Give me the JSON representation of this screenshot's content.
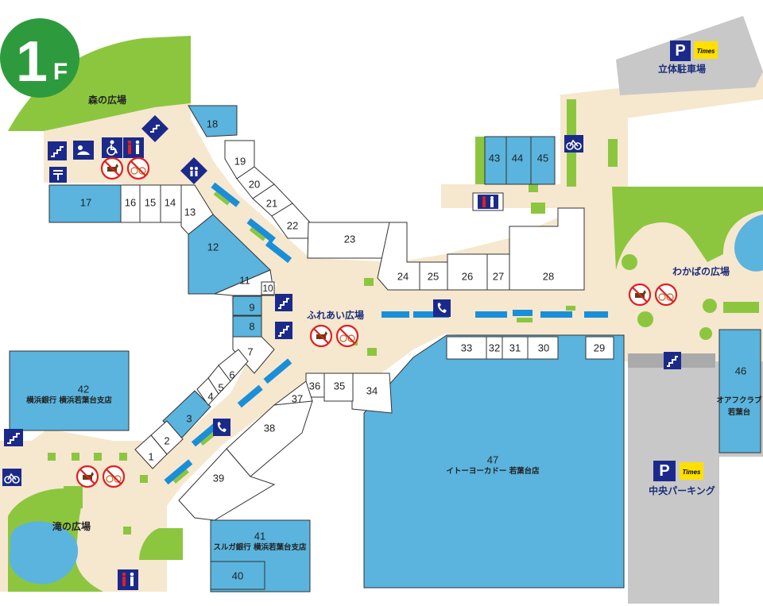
{
  "floor": {
    "number": "1",
    "suffix": "F"
  },
  "areas": {
    "mori": "森の広場",
    "fureai": "ふれあい広場",
    "wakaba": "わかばの広場",
    "taki": "滝の広場"
  },
  "parking": {
    "rittai": {
      "label": "立体駐車場",
      "p_mark": "P",
      "brand": "Times"
    },
    "chuo": {
      "label": "中央パーキング",
      "p_mark": "P",
      "brand": "Times"
    }
  },
  "units": {
    "u1": "1",
    "u2": "2",
    "u3": "3",
    "u4": "4",
    "u5": "5",
    "u6": "6",
    "u7": "7",
    "u8": "8",
    "u9": "9",
    "u10": "10",
    "u11": "11",
    "u12": "12",
    "u13": "13",
    "u14": "14",
    "u15": "15",
    "u16": "16",
    "u17": "17",
    "u18": "18",
    "u19": "19",
    "u20": "20",
    "u21": "21",
    "u22": "22",
    "u23": "23",
    "u24": "24",
    "u25": "25",
    "u26": "26",
    "u27": "27",
    "u28": "28",
    "u29": "29",
    "u30": "30",
    "u31": "31",
    "u32": "32",
    "u33": "33",
    "u34": "34",
    "u35": "35",
    "u36": "36",
    "u37": "37",
    "u38": "38",
    "u39": "39",
    "u40": "40",
    "u41": "41",
    "u42": "42",
    "u43": "43",
    "u44": "44",
    "u45": "45",
    "u46": "46",
    "u47": "47"
  },
  "tenants": {
    "t41": "スルガ銀行 横浜若葉台支店",
    "t42": "横浜銀行 横浜若葉台支店",
    "t46a": "オアフクラブ",
    "t46b": "若葉台",
    "t47": "イトーヨーカドー 若葉台店"
  },
  "colors": {
    "shop_blue": "#5ab4dd",
    "walkway": "#f6e7cf",
    "green": "#8cc63f",
    "floor_badge": "#2e9a3e",
    "icon_navy": "#1b2a8a",
    "parking_gray": "#c8c8c8"
  },
  "icons": [
    "stairs-icon",
    "escalator-icon",
    "elevator-icon",
    "accessible-icon",
    "restroom-icon",
    "phone-icon",
    "bicycle-parking-icon",
    "no-dogs-icon",
    "no-bicycles-icon",
    "post-office-icon",
    "baby-room-icon"
  ]
}
